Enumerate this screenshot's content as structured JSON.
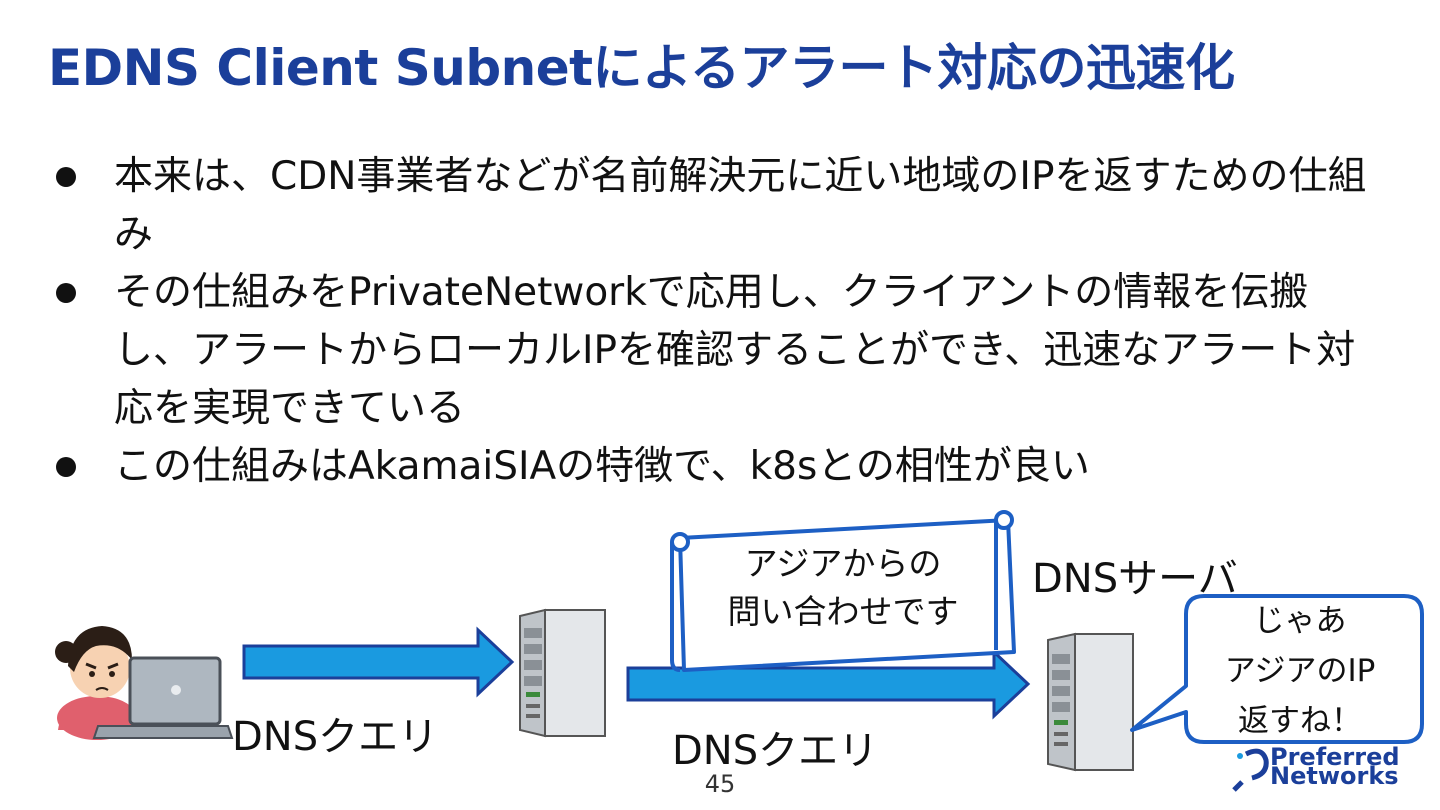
{
  "title": "EDNS Client Subnetによるアラート対応の迅速化",
  "bullets": [
    "本来は、CDN事業者などが名前解決元に近い地域のIPを返すための仕組み",
    "その仕組みをPrivateNetworkで応用し、クライアントの情報を伝搬し、アラートからローカルIPを確認することができ、迅速なアラート対応を実現できている",
    "この仕組みはAkamaiSIAの特徴で、k8sとの相性が良い"
  ],
  "diagram": {
    "query_label_1": "DNSクエリ",
    "query_label_2": "DNSクエリ",
    "dns_server_label": "DNSサーバ",
    "scroll_line1": "アジアからの",
    "scroll_line2": "問い合わせです",
    "bubble_line1": "じゃあ",
    "bubble_line2": "アジアのIP",
    "bubble_line3": "返すね！"
  },
  "page_number": "45",
  "logo": {
    "line1": "Preferred",
    "line2": "Networks"
  },
  "colors": {
    "title": "#1b3f9a",
    "arrow_fill": "#1a9ae0",
    "arrow_stroke": "#1b3f9a",
    "frame": "#1d5fc4"
  }
}
